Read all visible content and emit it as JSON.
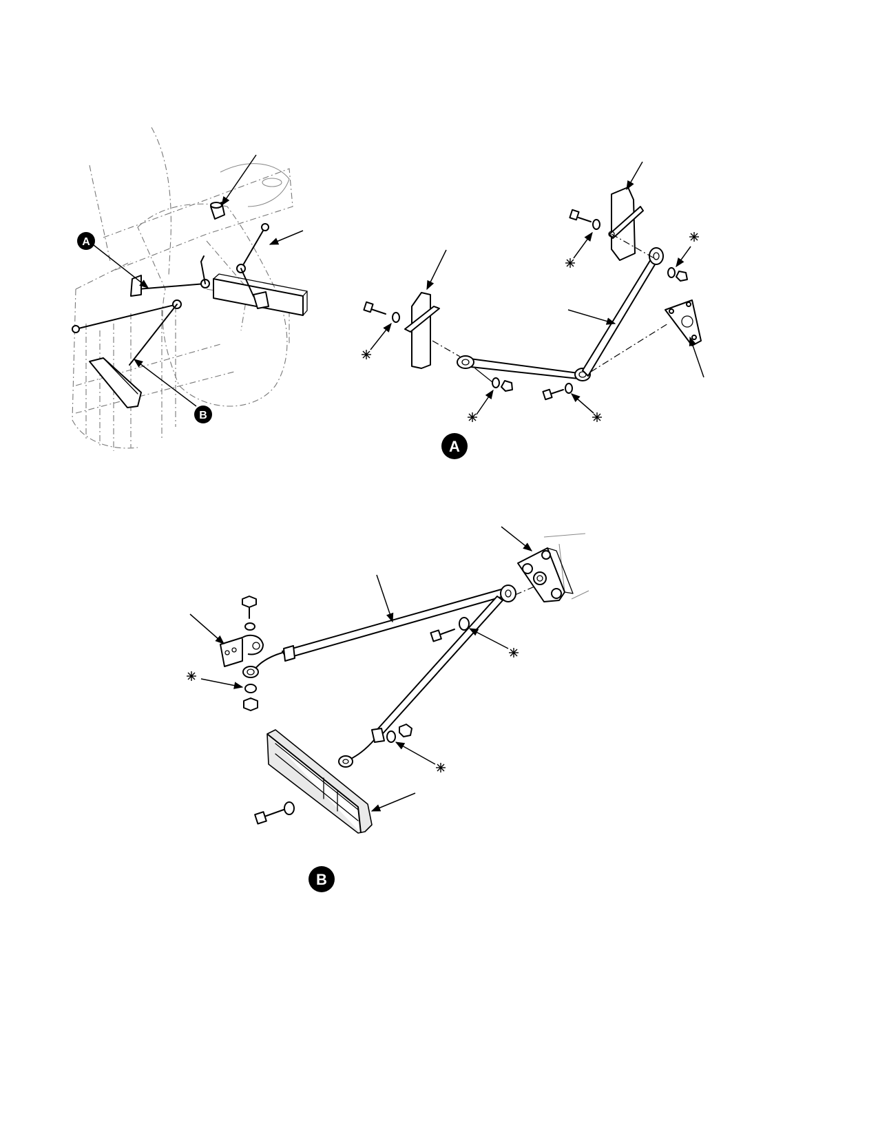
{
  "callouts": {
    "a": "A",
    "b": "B"
  },
  "colors": {
    "line": "#000000",
    "phantom": "#777777",
    "background": "#ffffff"
  },
  "icons": {
    "reference_marker": "asterisk-icon",
    "callout": "black-circle-letter"
  }
}
